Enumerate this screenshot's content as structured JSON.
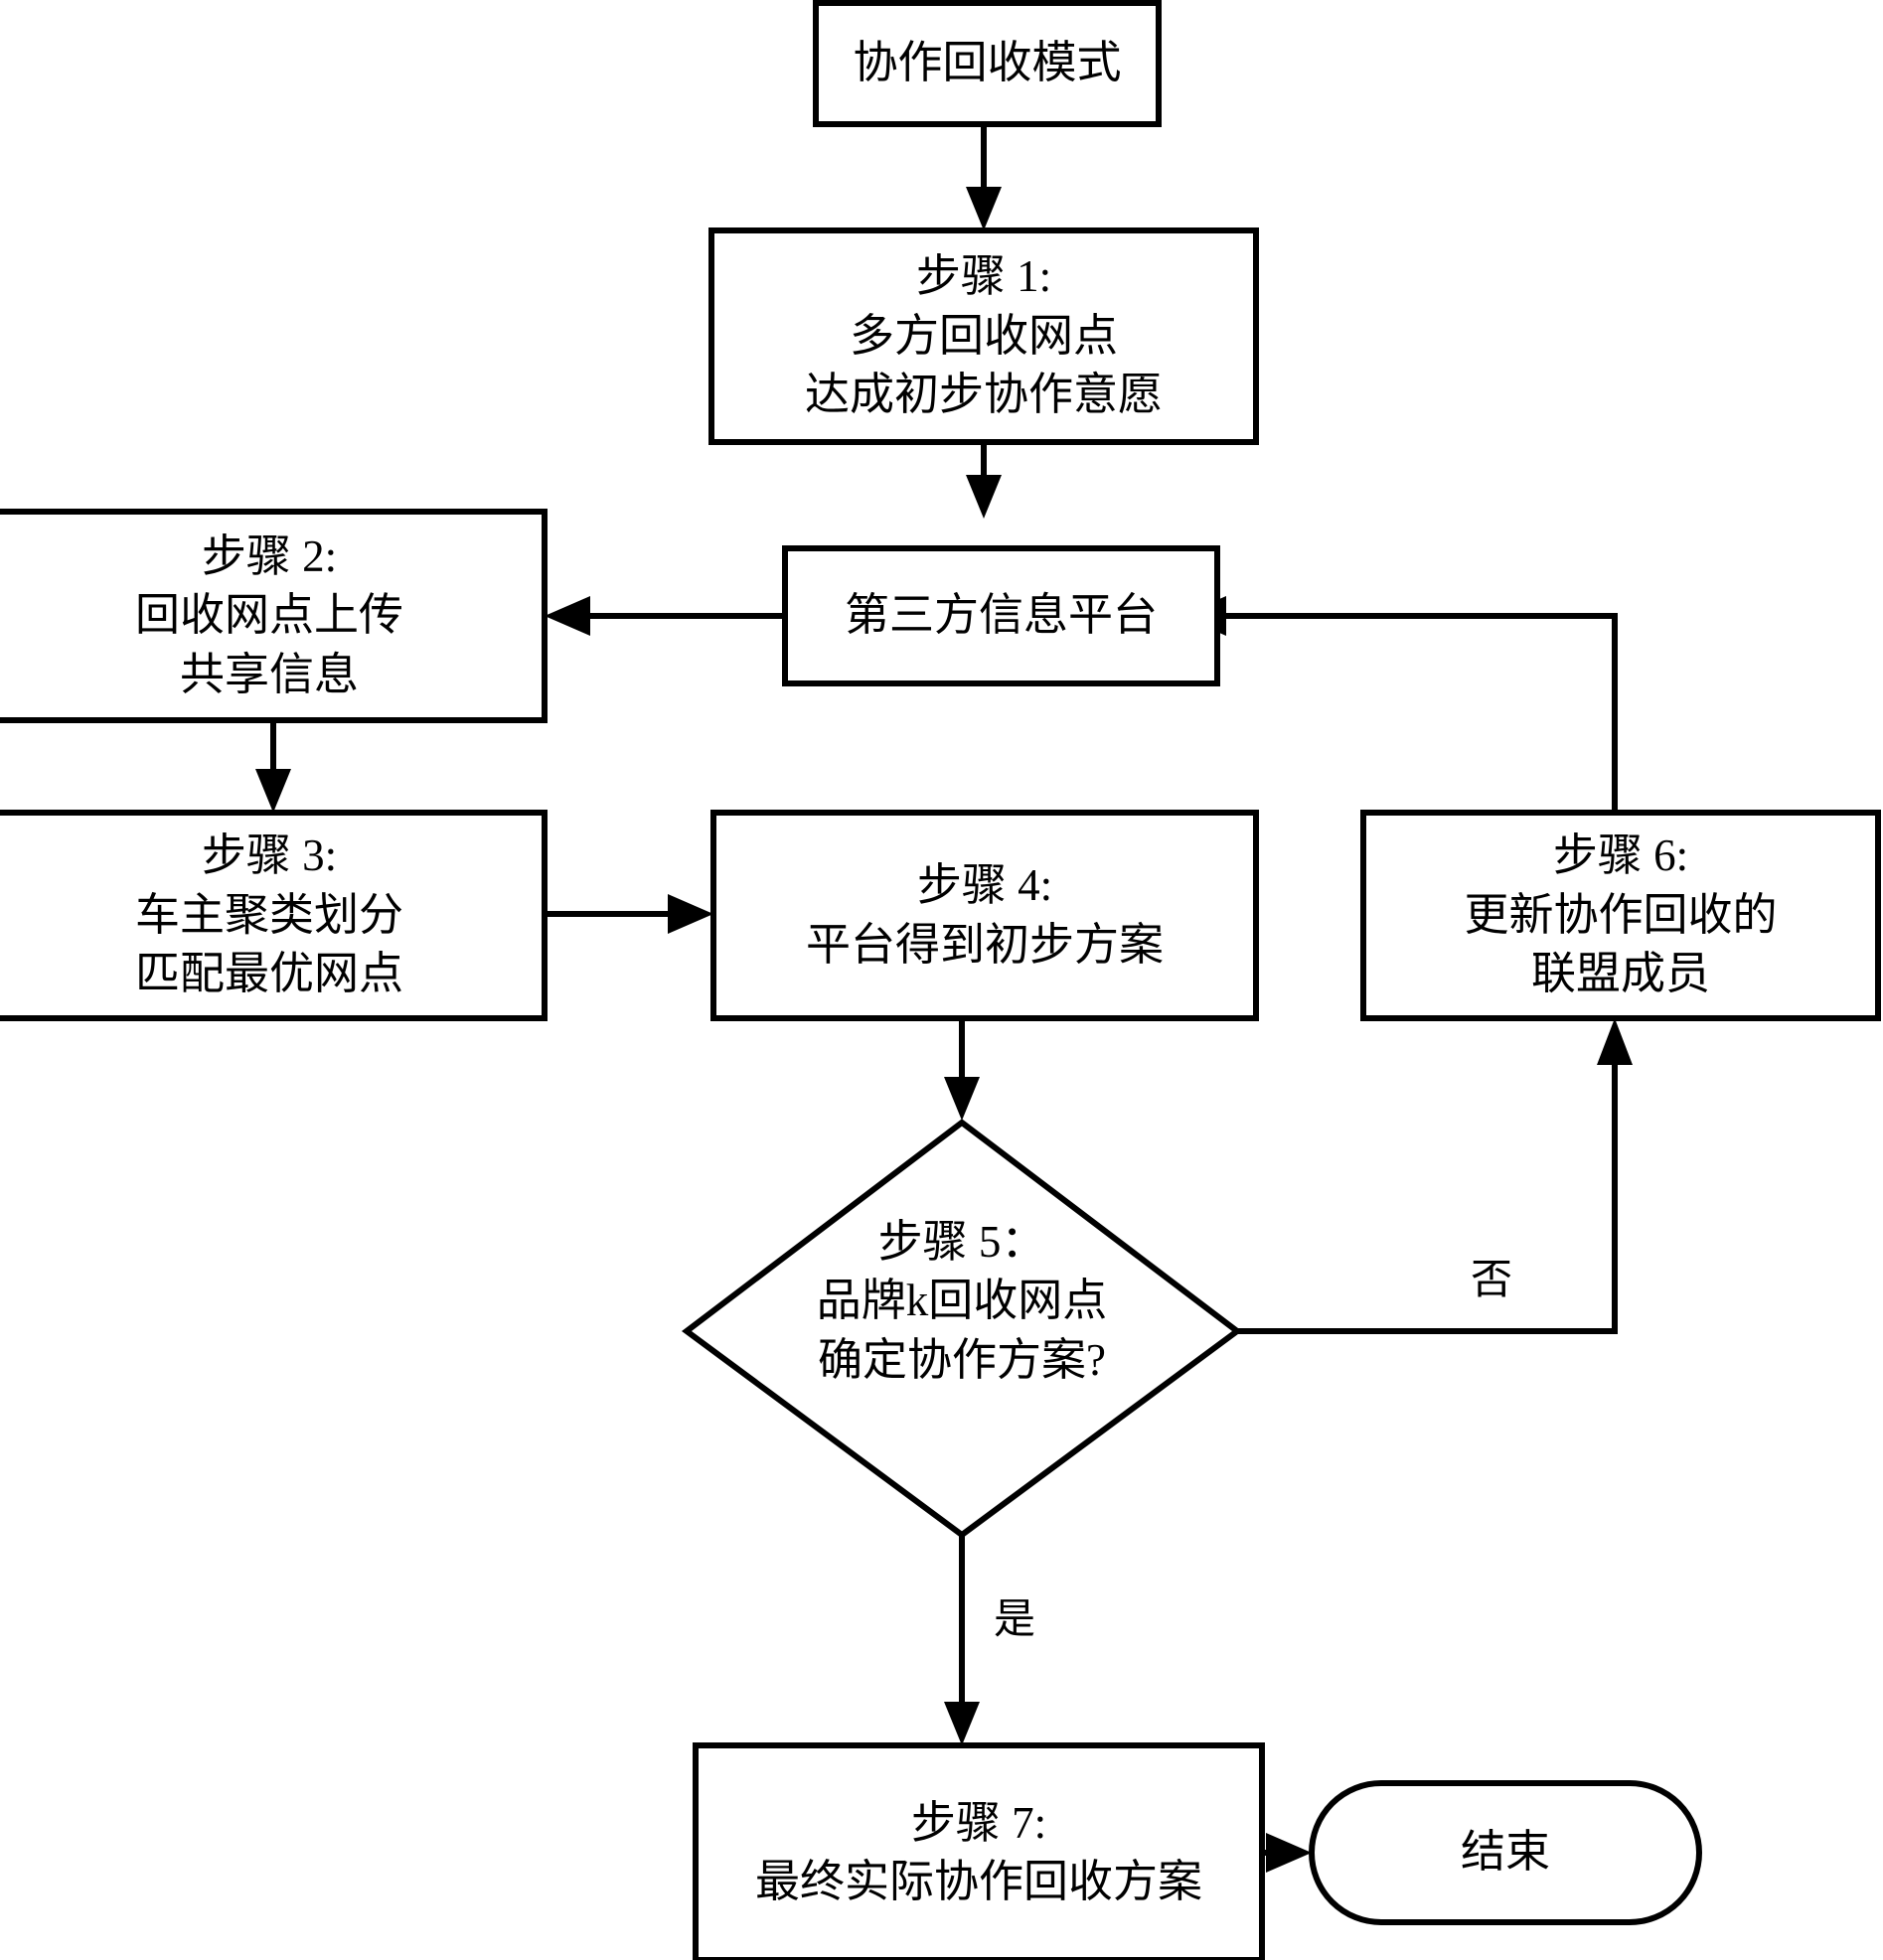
{
  "diagram": {
    "title": "协作回收模式流程图",
    "type": "flowchart",
    "orientation": "top-to-bottom",
    "colors": {
      "stroke": "#000000",
      "fill": "#ffffff",
      "text": "#000000"
    },
    "nodes": [
      {
        "id": "start",
        "shape": "rectangle",
        "lines": [
          "协作回收模式"
        ]
      },
      {
        "id": "step1",
        "shape": "rectangle",
        "lines": [
          "步骤 1:",
          "多方回收网点",
          "达成初步协作意愿"
        ]
      },
      {
        "id": "platform",
        "shape": "rectangle",
        "lines": [
          "第三方信息平台"
        ]
      },
      {
        "id": "step2",
        "shape": "rectangle",
        "lines": [
          "步骤 2:",
          "回收网点上传",
          "共享信息"
        ]
      },
      {
        "id": "step3",
        "shape": "rectangle",
        "lines": [
          "步骤 3:",
          "车主聚类划分",
          "匹配最优网点"
        ]
      },
      {
        "id": "step4",
        "shape": "rectangle",
        "lines": [
          "步骤 4:",
          "平台得到初步方案"
        ]
      },
      {
        "id": "step6",
        "shape": "rectangle",
        "lines": [
          "步骤 6:",
          "更新协作回收的",
          "联盟成员"
        ]
      },
      {
        "id": "step5",
        "shape": "diamond",
        "lines": [
          "步骤 5：",
          "品牌k回收网点",
          "确定协作方案?"
        ]
      },
      {
        "id": "step7",
        "shape": "rectangle",
        "lines": [
          "步骤 7:",
          "最终实际协作回收方案"
        ]
      },
      {
        "id": "end",
        "shape": "stadium",
        "lines": [
          "结束"
        ]
      }
    ],
    "edges": [
      {
        "from": "start",
        "to": "step1",
        "label": ""
      },
      {
        "from": "step1",
        "to": "platform",
        "label": ""
      },
      {
        "from": "platform",
        "to": "step2",
        "label": ""
      },
      {
        "from": "step2",
        "to": "step3",
        "label": ""
      },
      {
        "from": "step3",
        "to": "step4",
        "label": ""
      },
      {
        "from": "step4",
        "to": "step5",
        "label": ""
      },
      {
        "from": "step5",
        "to": "step6",
        "label": "否"
      },
      {
        "from": "step6",
        "to": "platform",
        "label": ""
      },
      {
        "from": "step5",
        "to": "step7",
        "label": "是"
      },
      {
        "from": "step7",
        "to": "end",
        "label": ""
      }
    ]
  },
  "nodes": {
    "start": {
      "line1": "协作回收模式"
    },
    "step1": {
      "line1": "步骤 1:",
      "line2": "多方回收网点",
      "line3": "达成初步协作意愿"
    },
    "platform": {
      "line1": "第三方信息平台"
    },
    "step2": {
      "line1": "步骤 2:",
      "line2": "回收网点上传",
      "line3": "共享信息"
    },
    "step3": {
      "line1": "步骤 3:",
      "line2": "车主聚类划分",
      "line3": "匹配最优网点"
    },
    "step4": {
      "line1": "步骤 4:",
      "line2": "平台得到初步方案"
    },
    "step6": {
      "line1": "步骤 6:",
      "line2": "更新协作回收的",
      "line3": "联盟成员"
    },
    "step5": {
      "line1": "步骤 5：",
      "line2": "品牌k回收网点",
      "line3": "确定协作方案?"
    },
    "step7": {
      "line1": "步骤 7:",
      "line2": "最终实际协作回收方案"
    },
    "end": {
      "line1": "结束"
    }
  },
  "edge_labels": {
    "no": "否",
    "yes": "是"
  }
}
